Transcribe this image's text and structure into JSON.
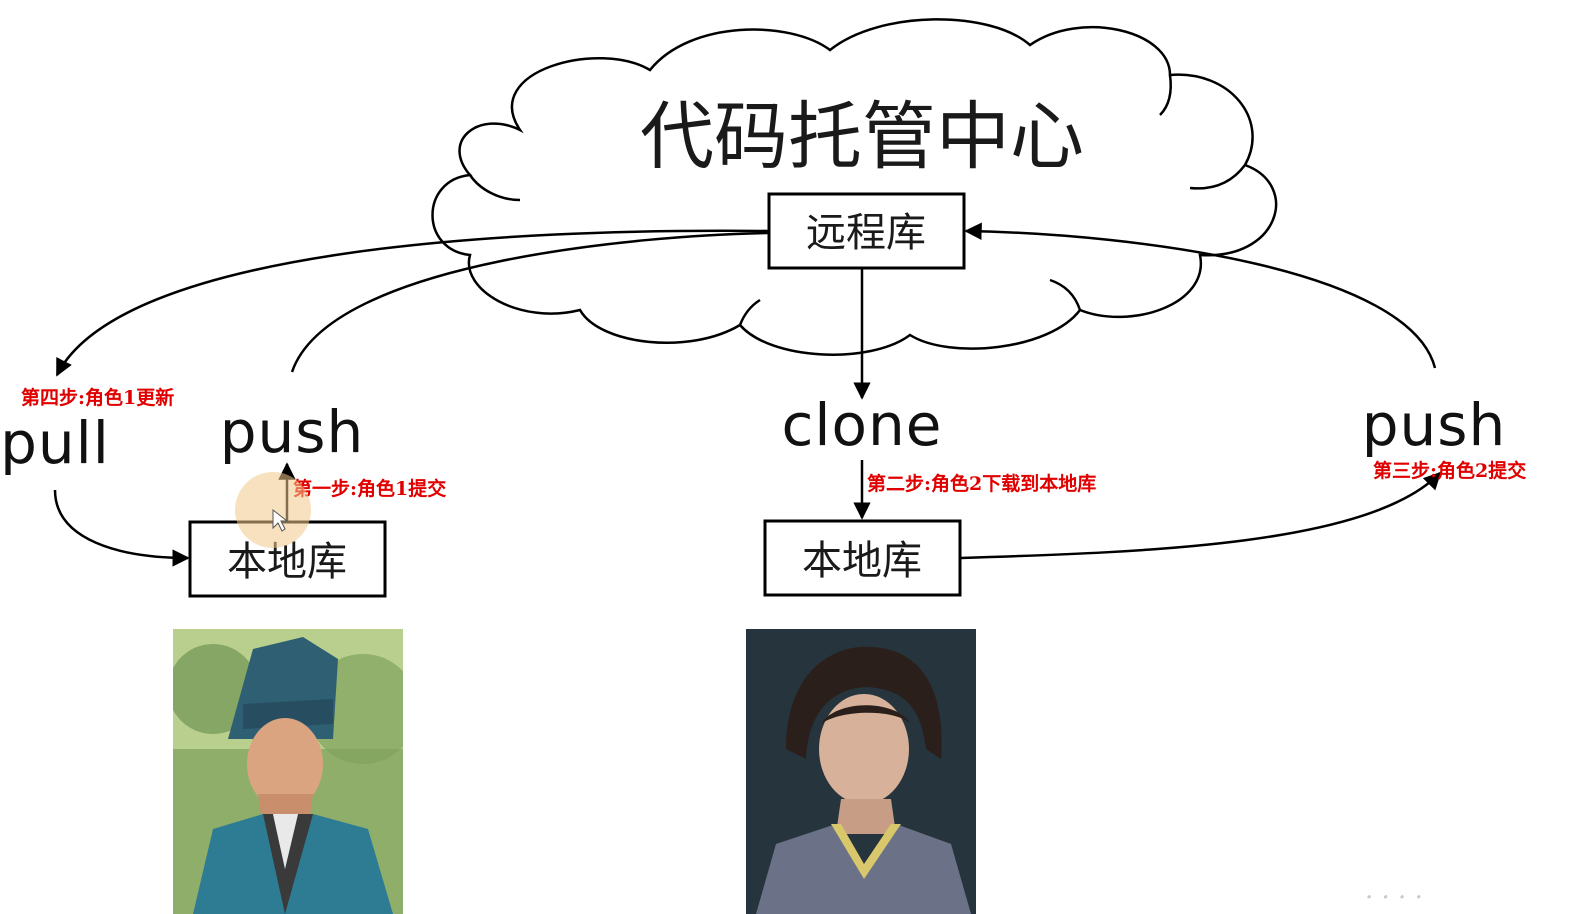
{
  "cloud": {
    "title": "代码托管中心"
  },
  "remote_repo": {
    "label": "远程库"
  },
  "left": {
    "local_repo_label": "本地库",
    "pull_label": "pull",
    "push_label": "push",
    "step1": "第一步:角色1提交",
    "step4": "第四步:角色1更新"
  },
  "right": {
    "local_repo_label": "本地库",
    "clone_label": "clone",
    "push_label": "push",
    "step2": "第二步:角色2下载到本地库",
    "step3": "第三步:角色2提交"
  },
  "photos": {
    "left_character": "character-1-photo",
    "right_character": "character-2-photo"
  }
}
